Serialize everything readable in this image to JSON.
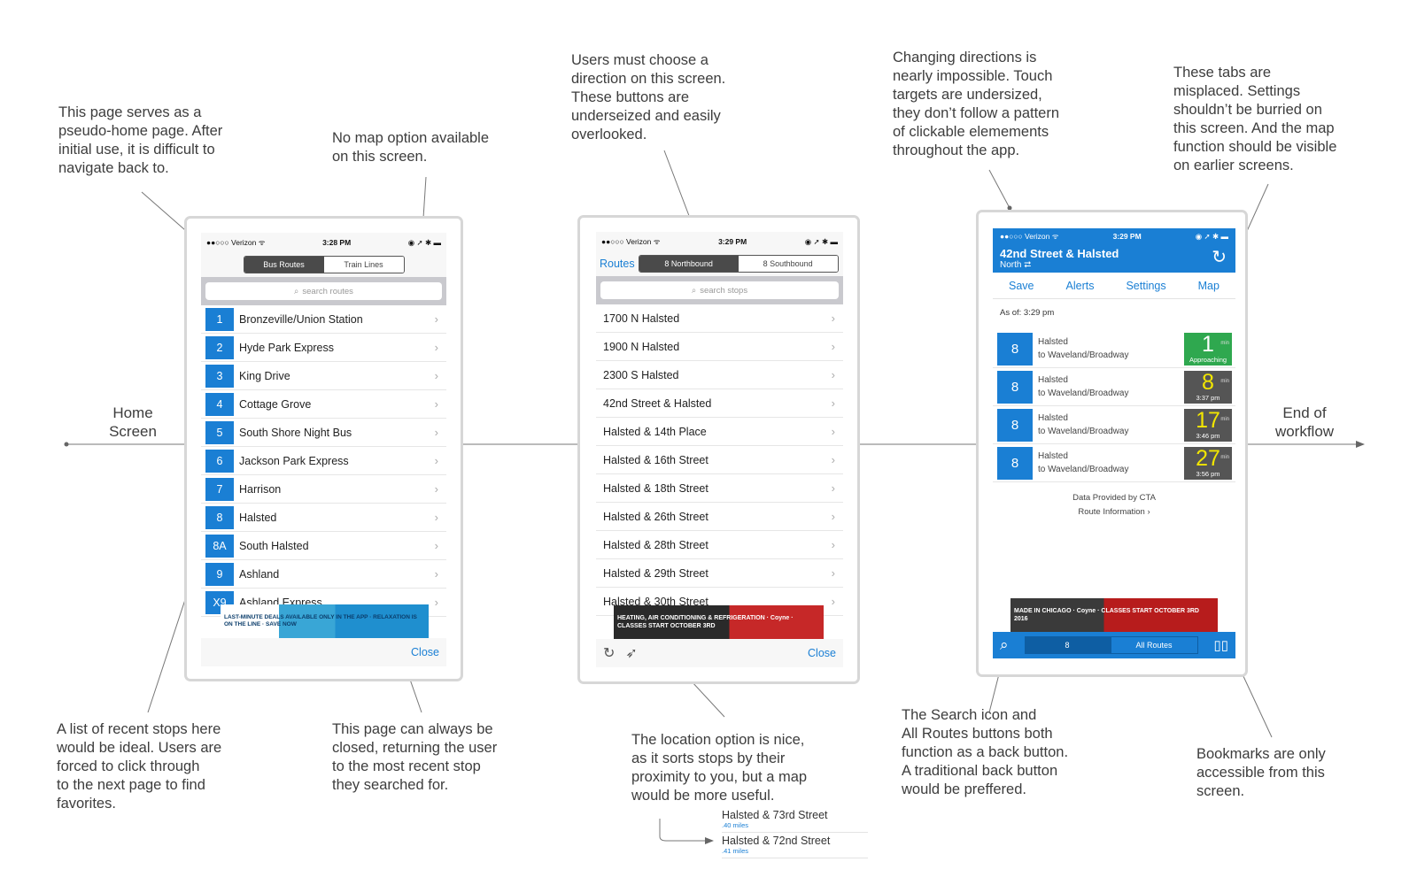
{
  "flow": {
    "start_label": "Home\nScreen",
    "end_label": "End of\nworkflow"
  },
  "notes": {
    "home_page": "This page serves as a\npseudo-home page. After\ninitial use, it is difficult to\nnavigate back to.",
    "no_map": "No map option available\non this screen.",
    "direction": "Users must choose a\ndirection on this screen.\nThese buttons are\nunderseized and easily\noverlooked.",
    "changing": "Changing directions is\nnearly impossible. Touch\ntargets are undersized,\nthey don’t follow a pattern\nof clickable elemements\nthroughout the app.",
    "tabs": "These tabs are\nmisplaced. Settings\nshouldn’t be burried on\nthis screen. And the map\nfunction should be visible\non earlier screens.",
    "recent_stops": "A list of recent stops here\nwould be ideal. Users are\nforced to click through\nto the next page to find\nfavorites.",
    "close": "This page can always be\nclosed, returning the user\nto the most recent stop\nthey searched for.",
    "location": "The location option is nice,\nas it sorts stops by their\nproximity to you, but a map\nwould be more useful.",
    "search_icon": "The Search icon and\nAll Routes buttons both\nfunction as a back button.\nA traditional back button\nwould be preffered.",
    "bookmarks": "Bookmarks are only\naccessible from this\nscreen."
  },
  "screen1": {
    "carrier": "●●○○○ Verizon ᯤ",
    "time": "3:28 PM",
    "status_right": "◉ ➚ ✱ ▬",
    "tab_active": "Bus Routes",
    "tab_inactive": "Train Lines",
    "search_placeholder": "search routes",
    "routes": [
      {
        "num": "1",
        "name": "Bronzeville/Union Station"
      },
      {
        "num": "2",
        "name": "Hyde Park Express"
      },
      {
        "num": "3",
        "name": "King Drive"
      },
      {
        "num": "4",
        "name": "Cottage Grove"
      },
      {
        "num": "5",
        "name": "South Shore Night Bus"
      },
      {
        "num": "6",
        "name": "Jackson Park Express"
      },
      {
        "num": "7",
        "name": "Harrison"
      },
      {
        "num": "8",
        "name": "Halsted"
      },
      {
        "num": "8A",
        "name": "South Halsted"
      },
      {
        "num": "9",
        "name": "Ashland"
      },
      {
        "num": "X9",
        "name": "Ashland Express"
      }
    ],
    "ad_text": "LAST-MINUTE DEALS AVAILABLE ONLY IN THE APP · RELAXATION IS ON THE LINE · SAVE NOW",
    "close": "Close"
  },
  "screen2": {
    "carrier": "●●○○○ Verizon ᯤ",
    "time": "3:29 PM",
    "status_right": "◉ ➚ ✱ ▬",
    "back": "Routes",
    "tab_active": "8 Northbound",
    "tab_inactive": "8 Southbound",
    "search_placeholder": "search stops",
    "stops": [
      "1700 N Halsted",
      "1900 N Halsted",
      "2300 S Halsted",
      "42nd Street & Halsted",
      "Halsted & 14th Place",
      "Halsted & 16th Street",
      "Halsted & 18th Street",
      "Halsted & 26th Street",
      "Halsted & 28th Street",
      "Halsted & 29th Street",
      "Halsted & 30th Street"
    ],
    "ad_text": "HEATING, AIR CONDITIONING & REFRIGERATION · Coyne · CLASSES START OCTOBER 3RD",
    "close": "Close"
  },
  "screen3": {
    "carrier": "●●○○○ Verizon ᯤ",
    "time": "3:29 PM",
    "status_right": "◉ ➚ ✱ ▬",
    "title": "42nd Street & Halsted",
    "direction": "North ⮂",
    "tabs": [
      "Save",
      "Alerts",
      "Settings",
      "Map"
    ],
    "as_of": "As of: 3:29 pm",
    "arrivals": [
      {
        "num": "8",
        "line1": "Halsted",
        "line2": "to Waveland/Broadway",
        "eta": "1",
        "sub": "Approaching",
        "bg": "#2fa84f",
        "fg": "#ffffff"
      },
      {
        "num": "8",
        "line1": "Halsted",
        "line2": "to Waveland/Broadway",
        "eta": "8",
        "sub": "3:37 pm",
        "bg": "#555555",
        "fg": "#f2e600"
      },
      {
        "num": "8",
        "line1": "Halsted",
        "line2": "to Waveland/Broadway",
        "eta": "17",
        "sub": "3:46 pm",
        "bg": "#555555",
        "fg": "#f2e600"
      },
      {
        "num": "8",
        "line1": "Halsted",
        "line2": "to Waveland/Broadway",
        "eta": "27",
        "sub": "3:56 pm",
        "bg": "#555555",
        "fg": "#f2e600"
      }
    ],
    "eta_unit": "min",
    "credit": "Data Provided by CTA",
    "route_info": "Route Information ›",
    "ad_text": "MADE IN CHICAGO · Coyne · CLASSES START OCTOBER 3RD 2016",
    "bottom_seg": [
      "8",
      "All Routes"
    ]
  },
  "mini_list": [
    {
      "name": "Halsted & 73rd Street",
      "dist": ".40 miles"
    },
    {
      "name": "Halsted & 72nd Street",
      "dist": ".41 miles"
    }
  ],
  "colors": {
    "accent": "#1a7fd4",
    "frame": "#d7d7d7",
    "line": "#666666"
  }
}
